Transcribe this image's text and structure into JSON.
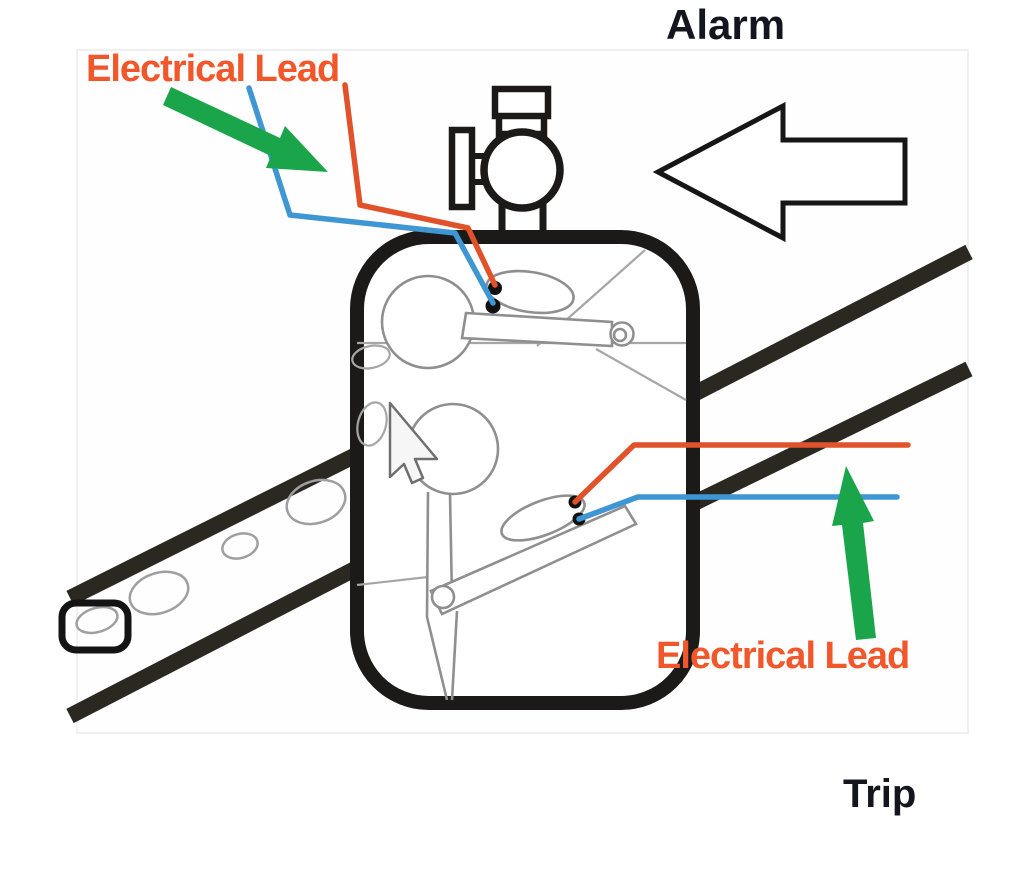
{
  "labels": {
    "top_electrical_lead": "Electrical Lead",
    "alarm": "Alarm",
    "bottom_electrical_lead": "Electrical Lead",
    "trip": "Trip"
  },
  "colors": {
    "label_orange": "#f1572a",
    "lead_orange": "#e1522b",
    "lead_blue": "#3e96d2",
    "arrow_green": "#1ba54b",
    "belt_dark": "#2b2822",
    "device_black": "#1b1a18",
    "interior_gray": "#9a9a9a",
    "label_black": "#14161f"
  }
}
